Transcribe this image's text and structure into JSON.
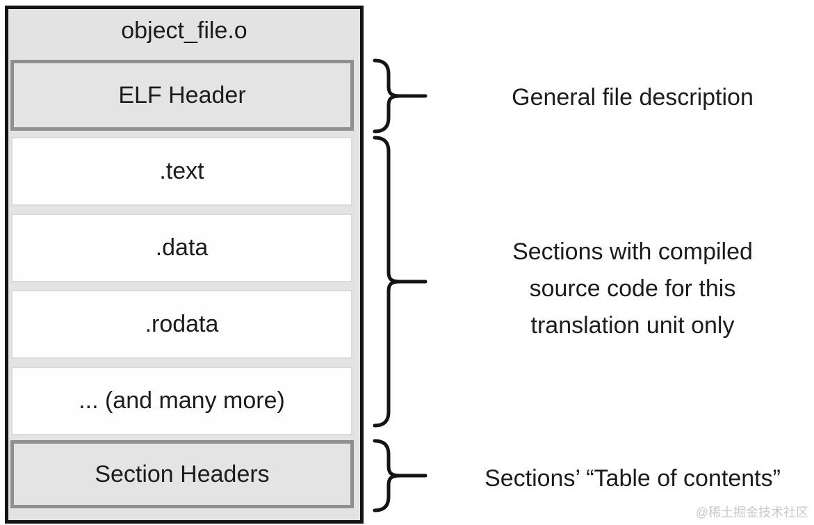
{
  "diagram": {
    "title": "object_file.o",
    "elf_header_label": "ELF Header",
    "sections": [
      ".text",
      ".data",
      ".rodata",
      "... (and many more)"
    ],
    "section_headers_label": "Section Headers"
  },
  "annotations": {
    "elf_header": "General file description",
    "sections_lines": [
      "Sections with compiled",
      "source code for this",
      "translation unit only"
    ],
    "section_headers": "Sections’ “Table of contents”"
  },
  "icons": {
    "brace_1": "curly-brace-right",
    "brace_2": "curly-brace-right",
    "brace_3": "curly-brace-right"
  },
  "colors": {
    "outer_fill": "#e3e3e3",
    "outer_border": "#141414",
    "meta_fill": "#e4e4e4",
    "meta_border": "#8f8f8f",
    "section_fill": "#fefefe",
    "section_border": "#dadada",
    "text": "#1c1c1c",
    "watermark": "#c9c9c9"
  },
  "watermark": "@稀土掘金技术社区"
}
